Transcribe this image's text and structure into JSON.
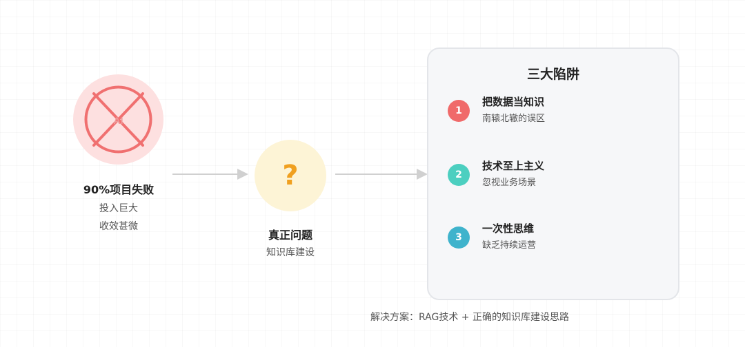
{
  "failure": {
    "icon_text": "AI",
    "title": "90%项目失败",
    "sub_lines": [
      "投入巨大",
      "收效甚微"
    ],
    "colors": {
      "circle_bg": "#fde0e0",
      "cross": "#f07070"
    }
  },
  "problem": {
    "icon_text": "?",
    "title": "真正问题",
    "subtitle": "知识库建设",
    "colors": {
      "circle_bg": "#fdf4d6",
      "mark": "#f0a020"
    }
  },
  "traps": {
    "title": "三大陷阱",
    "items": [
      {
        "number": "1",
        "title": "把数据当知识",
        "subtitle": "南辕北辙的误区",
        "color": "#f06a6a"
      },
      {
        "number": "2",
        "title": "技术至上主义",
        "subtitle": "忽视业务场景",
        "color": "#4ccfc0"
      },
      {
        "number": "3",
        "title": "一次性思维",
        "subtitle": "缺乏持续运营",
        "color": "#3fb3cc"
      }
    ]
  },
  "caption": "解决方案：RAG技术 + 正确的知识库建设思路",
  "colors": {
    "arrow": "#d0d0d0",
    "box_bg": "#f6f7f9",
    "box_border": "#e3e5e9"
  }
}
